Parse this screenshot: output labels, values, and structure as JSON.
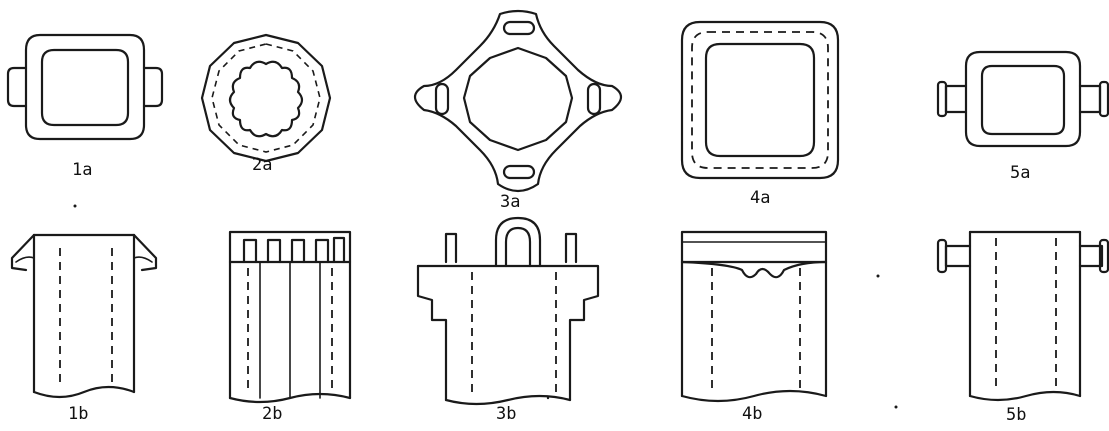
{
  "figure": {
    "labels": {
      "fig1a": "1a",
      "fig2a": "2a",
      "fig3a": "3a",
      "fig4a": "4a",
      "fig5a": "5a",
      "fig1b": "1b",
      "fig2b": "2b",
      "fig3b": "3b",
      "fig4b": "4b",
      "fig5b": "5b"
    },
    "ink_color": "#1a1a1a",
    "background_color": "#ffffff"
  }
}
